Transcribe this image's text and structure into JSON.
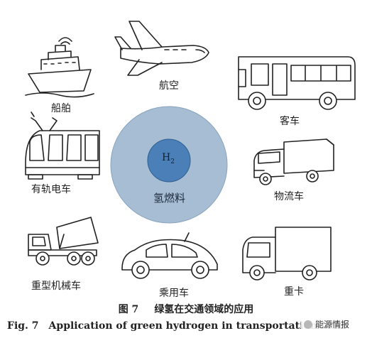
{
  "center": {
    "inner_label": "H",
    "inner_sub": "2",
    "outer_label": "氢燃料",
    "outer_color": "#a6bdd4",
    "inner_color": "#4a7fb8"
  },
  "vehicles": {
    "airplane": "航空",
    "ship": "船舶",
    "bus": "客车",
    "tram": "有轨电车",
    "logistics_truck": "物流车",
    "dump_truck": "重型机械车",
    "car": "乘用车",
    "heavy_truck": "重卡"
  },
  "caption": {
    "cn_number": "图 7",
    "cn_text": "绿氢在交通领域的应用",
    "en_number": "Fig. 7",
    "en_text": "Application of green hydrogen in transportation field"
  },
  "watermark": {
    "text": "能源情报"
  }
}
